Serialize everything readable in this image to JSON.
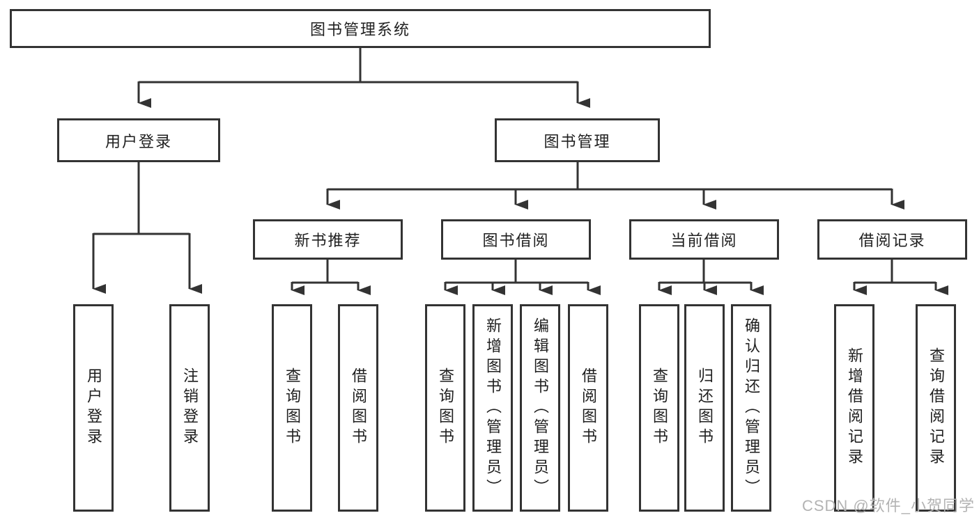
{
  "diagram": {
    "title_node": {
      "label": "图书管理系统"
    },
    "level2": {
      "user_login": {
        "label": "用户登录"
      },
      "book_management": {
        "label": "图书管理"
      }
    },
    "level3": {
      "new_book_recommend": {
        "label": "新书推荐"
      },
      "book_borrow": {
        "label": "图书借阅"
      },
      "current_borrow": {
        "label": "当前借阅"
      },
      "borrow_record": {
        "label": "借阅记录"
      }
    },
    "leaves": {
      "user_login_group": [
        "用户登录",
        "注销登录"
      ],
      "new_book_group": [
        "查询图书",
        "借阅图书"
      ],
      "book_borrow_group": [
        "查询图书",
        "新增图书（管理员）",
        "编辑图书（管理员）",
        "借阅图书"
      ],
      "current_borrow_group": [
        "查询图书",
        "归还图书",
        "确认归还（管理员）"
      ],
      "borrow_record_group": [
        "新增借阅记录",
        "查询借阅记录"
      ]
    }
  },
  "watermark": "CSDN @软件_小贺同学",
  "colors": {
    "line": "#333333",
    "text": "#1f1f1f",
    "watermark": "#b3b3b3",
    "background": "#ffffff"
  }
}
